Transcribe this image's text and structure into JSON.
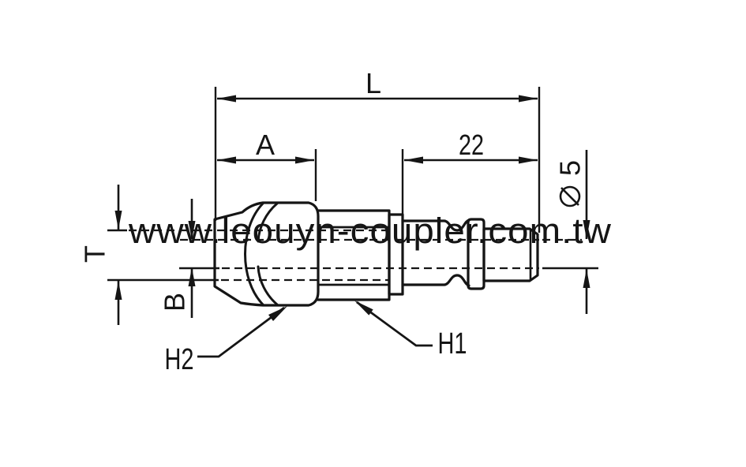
{
  "drawing": {
    "title": "pneumatic coupler plug technical drawing",
    "watermark": "www.leouyn-coupler.com.tw",
    "dims": {
      "l": "L",
      "a": "A",
      "len22": "22",
      "t": "T",
      "b": "B",
      "h1": "H1",
      "h2": "H2",
      "phi_symbol": "⌀",
      "phi_value": "5"
    },
    "colors": {
      "line": "#151515",
      "watermark": "#e5dbdb",
      "background": "#ffffff"
    }
  }
}
